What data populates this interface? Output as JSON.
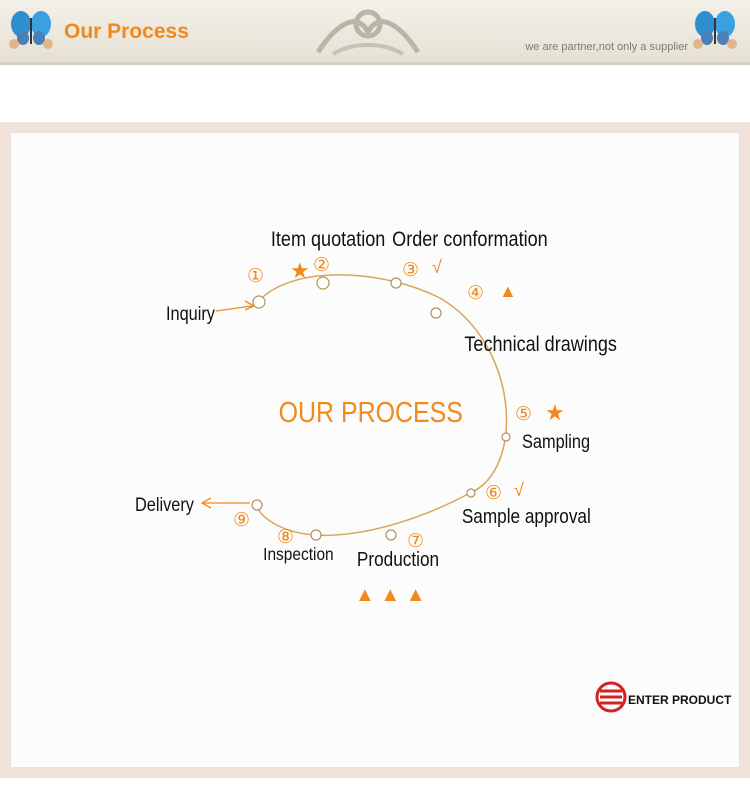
{
  "header": {
    "title": "Our Process",
    "tagline": "we are partner,not only a supplier"
  },
  "diagram": {
    "title": "OUR PROCESS",
    "start_label": "Inquiry",
    "end_label": "Delivery",
    "steps": [
      {
        "number": "①",
        "label": "",
        "mark": ""
      },
      {
        "number": "②",
        "label": "Item quotation",
        "mark": "★"
      },
      {
        "number": "③",
        "label": "Order conformation",
        "mark": "√"
      },
      {
        "number": "④",
        "label": "Technical drawings",
        "mark": "▲"
      },
      {
        "number": "⑤",
        "label": "Sampling",
        "mark": "★"
      },
      {
        "number": "⑥",
        "label": "Sample approval",
        "mark": "√"
      },
      {
        "number": "⑦",
        "label": "Production",
        "mark": "▲ ▲ ▲"
      },
      {
        "number": "⑧",
        "label": "Inspection",
        "mark": ""
      },
      {
        "number": "⑨",
        "label": "",
        "mark": ""
      }
    ]
  },
  "footer": {
    "brand": "ENTER PRODUCT"
  },
  "colors": {
    "accent": "#f08a1c",
    "curve": "#d9a55a",
    "brand_red": "#d2231f"
  }
}
